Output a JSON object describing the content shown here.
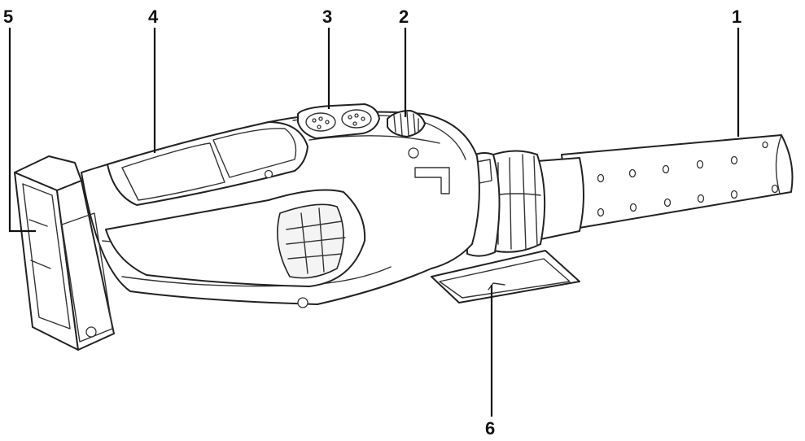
{
  "callouts": [
    {
      "id": "1",
      "label": "1"
    },
    {
      "id": "2",
      "label": "2"
    },
    {
      "id": "3",
      "label": "3"
    },
    {
      "id": "4",
      "label": "4"
    },
    {
      "id": "5",
      "label": "5"
    },
    {
      "id": "6",
      "label": "6"
    }
  ],
  "colors": {
    "line": "#222222",
    "background": "#ffffff"
  }
}
